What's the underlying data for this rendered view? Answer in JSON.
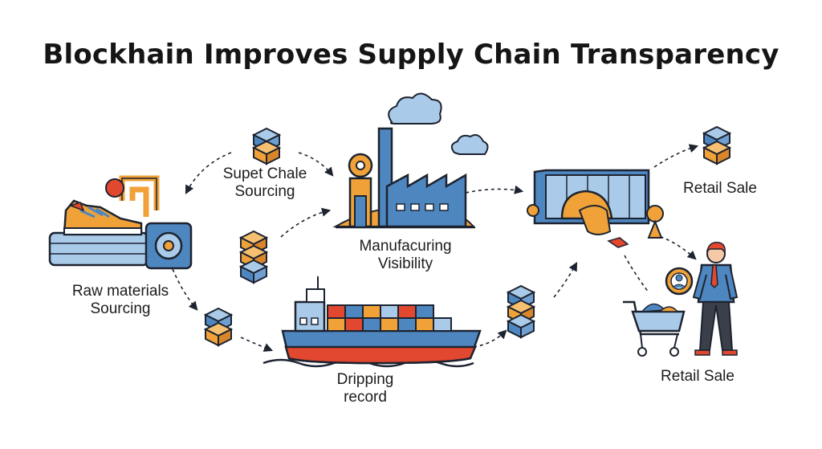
{
  "title": "Blockhain Improves Supply Chain Transparency",
  "labels": {
    "raw_line1": "Raw materials",
    "raw_line2": "Sourcing",
    "supet_line1": "Supet Chale",
    "supet_line2": "Sourcing",
    "manu_line1": "Manufacuring",
    "manu_line2": "Visibility",
    "ship_line1": "Dripping",
    "ship_line2": "record",
    "retail_top": "Retail Sale",
    "retail_bottom": "Retail Sale"
  },
  "colors": {
    "outline": "#1d2330",
    "blue": "#4e86c0",
    "light_blue": "#a9cbe9",
    "orange": "#f0a238",
    "red": "#e2472f",
    "gray": "#8a8f98"
  }
}
